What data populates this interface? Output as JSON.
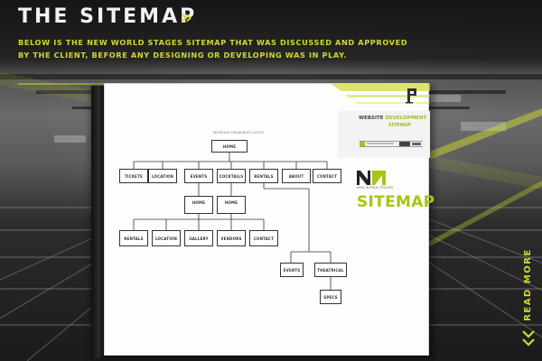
{
  "header": {
    "title": "THE SITEMAP",
    "arrow": "»",
    "intro": "BELOW IS THE NEW WORLD STAGES SITEMAP THAT WAS DISCUSSED AND APPROVED BY THE CLIENT, BEFORE ANY DESIGNING OR DEVELOPING WAS IN PLAY."
  },
  "side_tab": {
    "label": "READ MORE"
  },
  "document": {
    "tree_label": "WORKING DRAWINGS LAYOUT",
    "root": "HOME",
    "level1": [
      "TICKETS",
      "LOCATION",
      "EVENTS",
      "COCKTAILS",
      "RENTALS",
      "ABOUT",
      "CONTACT"
    ],
    "subpages": [
      "HOME",
      "HOME"
    ],
    "level3": [
      "RENTALS",
      "LOCATION",
      "GALLERY",
      "VENDORS",
      "CONTACT"
    ],
    "rentals_children": [
      "EVENTS",
      "THEATRICAL"
    ],
    "theatrical_children": [
      "SPECS"
    ],
    "side_title_dark": "WEBSITE",
    "side_title_accent": "DEVELOPMENT",
    "side_subtitle": "SITEMAP",
    "brand_caption": "NEW WORLD STAGES",
    "heading": "SITEMAP"
  },
  "colors": {
    "accent": "#cfd932",
    "accent_dark": "#a8c414",
    "doc_bg": "#fdfdfd",
    "node_border": "#333333"
  },
  "icons": {
    "read_more": "chevron-down-icon",
    "logo": "p-logo-icon"
  }
}
